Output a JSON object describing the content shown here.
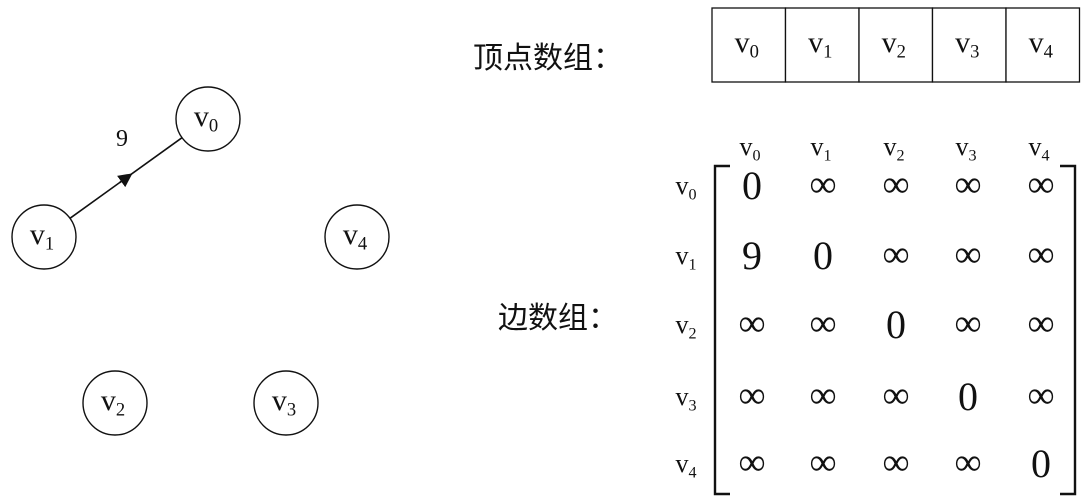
{
  "graph": {
    "nodes": [
      {
        "id": "v0",
        "base": "v",
        "sub": "0"
      },
      {
        "id": "v1",
        "base": "v",
        "sub": "1"
      },
      {
        "id": "v2",
        "base": "v",
        "sub": "2"
      },
      {
        "id": "v3",
        "base": "v",
        "sub": "3"
      },
      {
        "id": "v4",
        "base": "v",
        "sub": "4"
      }
    ],
    "edges": [
      {
        "from": "v1",
        "to": "v0",
        "weight": "9"
      }
    ]
  },
  "vertex_array": {
    "label": "顶点数组：",
    "cells": [
      {
        "base": "v",
        "sub": "0"
      },
      {
        "base": "v",
        "sub": "1"
      },
      {
        "base": "v",
        "sub": "2"
      },
      {
        "base": "v",
        "sub": "3"
      },
      {
        "base": "v",
        "sub": "4"
      }
    ]
  },
  "edge_array": {
    "label": "边数组：",
    "col_headers": [
      {
        "base": "v",
        "sub": "0"
      },
      {
        "base": "v",
        "sub": "1"
      },
      {
        "base": "v",
        "sub": "2"
      },
      {
        "base": "v",
        "sub": "3"
      },
      {
        "base": "v",
        "sub": "4"
      }
    ],
    "row_headers": [
      {
        "base": "v",
        "sub": "0"
      },
      {
        "base": "v",
        "sub": "1"
      },
      {
        "base": "v",
        "sub": "2"
      },
      {
        "base": "v",
        "sub": "3"
      },
      {
        "base": "v",
        "sub": "4"
      }
    ],
    "matrix": [
      [
        "0",
        "∞",
        "∞",
        "∞",
        "∞"
      ],
      [
        "9",
        "0",
        "∞",
        "∞",
        "∞"
      ],
      [
        "∞",
        "∞",
        "0",
        "∞",
        "∞"
      ],
      [
        "∞",
        "∞",
        "∞",
        "0",
        "∞"
      ],
      [
        "∞",
        "∞",
        "∞",
        "∞",
        "0"
      ]
    ]
  }
}
